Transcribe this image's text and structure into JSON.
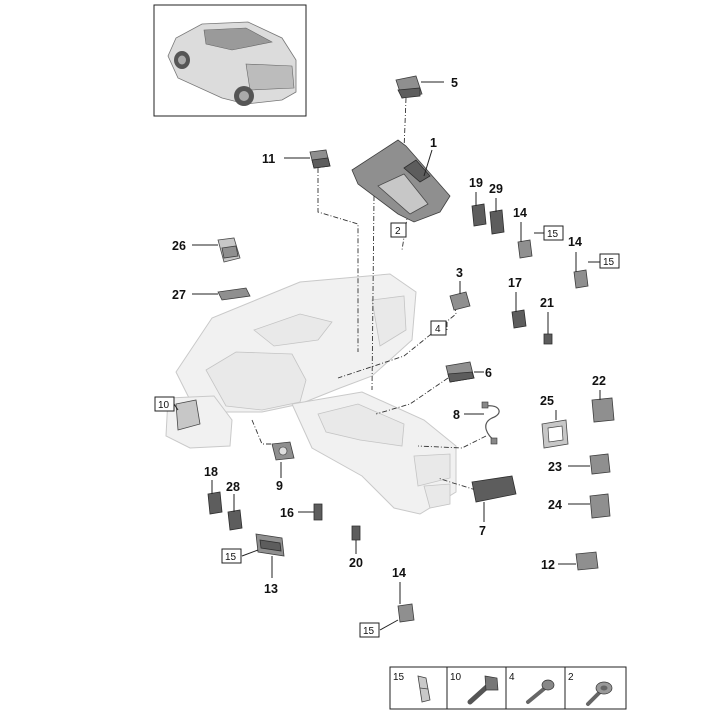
{
  "diagram": {
    "callouts": [
      {
        "id": "c1",
        "label": "1"
      },
      {
        "id": "c2",
        "label": "2"
      },
      {
        "id": "c3",
        "label": "3"
      },
      {
        "id": "c4",
        "label": "4"
      },
      {
        "id": "c5",
        "label": "5"
      },
      {
        "id": "c6",
        "label": "6"
      },
      {
        "id": "c7",
        "label": "7"
      },
      {
        "id": "c8",
        "label": "8"
      },
      {
        "id": "c9",
        "label": "9"
      },
      {
        "id": "c10",
        "label": "10"
      },
      {
        "id": "c11",
        "label": "11"
      },
      {
        "id": "c12",
        "label": "12"
      },
      {
        "id": "c13",
        "label": "13"
      },
      {
        "id": "c14a",
        "label": "14"
      },
      {
        "id": "c14b",
        "label": "14"
      },
      {
        "id": "c14c",
        "label": "14"
      },
      {
        "id": "c15a",
        "label": "15"
      },
      {
        "id": "c15b",
        "label": "15"
      },
      {
        "id": "c15c",
        "label": "15"
      },
      {
        "id": "c15d",
        "label": "15"
      },
      {
        "id": "c16",
        "label": "16"
      },
      {
        "id": "c17",
        "label": "17"
      },
      {
        "id": "c18",
        "label": "18"
      },
      {
        "id": "c19",
        "label": "19"
      },
      {
        "id": "c20",
        "label": "20"
      },
      {
        "id": "c21",
        "label": "21"
      },
      {
        "id": "c22",
        "label": "22"
      },
      {
        "id": "c23",
        "label": "23"
      },
      {
        "id": "c24",
        "label": "24"
      },
      {
        "id": "c25",
        "label": "25"
      },
      {
        "id": "c26",
        "label": "26"
      },
      {
        "id": "c27",
        "label": "27"
      },
      {
        "id": "c28",
        "label": "28"
      },
      {
        "id": "c29",
        "label": "29"
      }
    ],
    "fastener_legend": [
      {
        "label": "15",
        "icon": "clip-nut-icon"
      },
      {
        "label": "10",
        "icon": "bolt-icon"
      },
      {
        "label": "4",
        "icon": "screw-icon"
      },
      {
        "label": "2",
        "icon": "washer-screw-icon"
      }
    ]
  }
}
